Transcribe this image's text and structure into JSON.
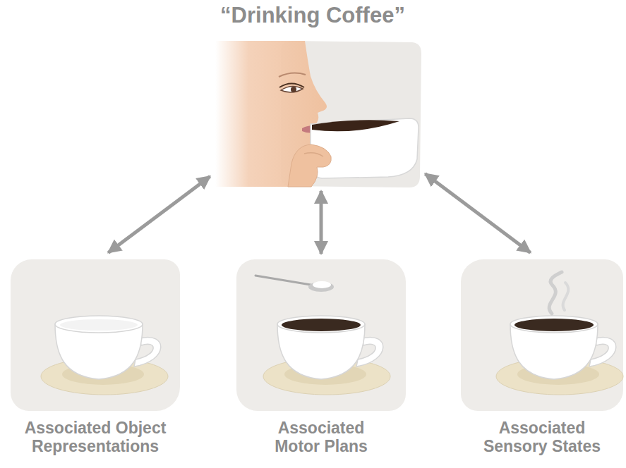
{
  "diagram": {
    "nodes": [
      {
        "text": [
          "“Drinking Coffee”"
        ]
      },
      {
        "text": [
          "Associated Object Representations"
        ]
      },
      {
        "text": [
          "Associated Motor Plans"
        ]
      },
      {
        "text": [
          "Associated Sensory States"
        ]
      }
    ],
    "edges": [
      {
        "from": 0,
        "to": 1,
        "arrow": "both"
      },
      {
        "from": 0,
        "to": 2,
        "arrow": "both"
      },
      {
        "from": 0,
        "to": 3,
        "arrow": "both"
      }
    ]
  }
}
